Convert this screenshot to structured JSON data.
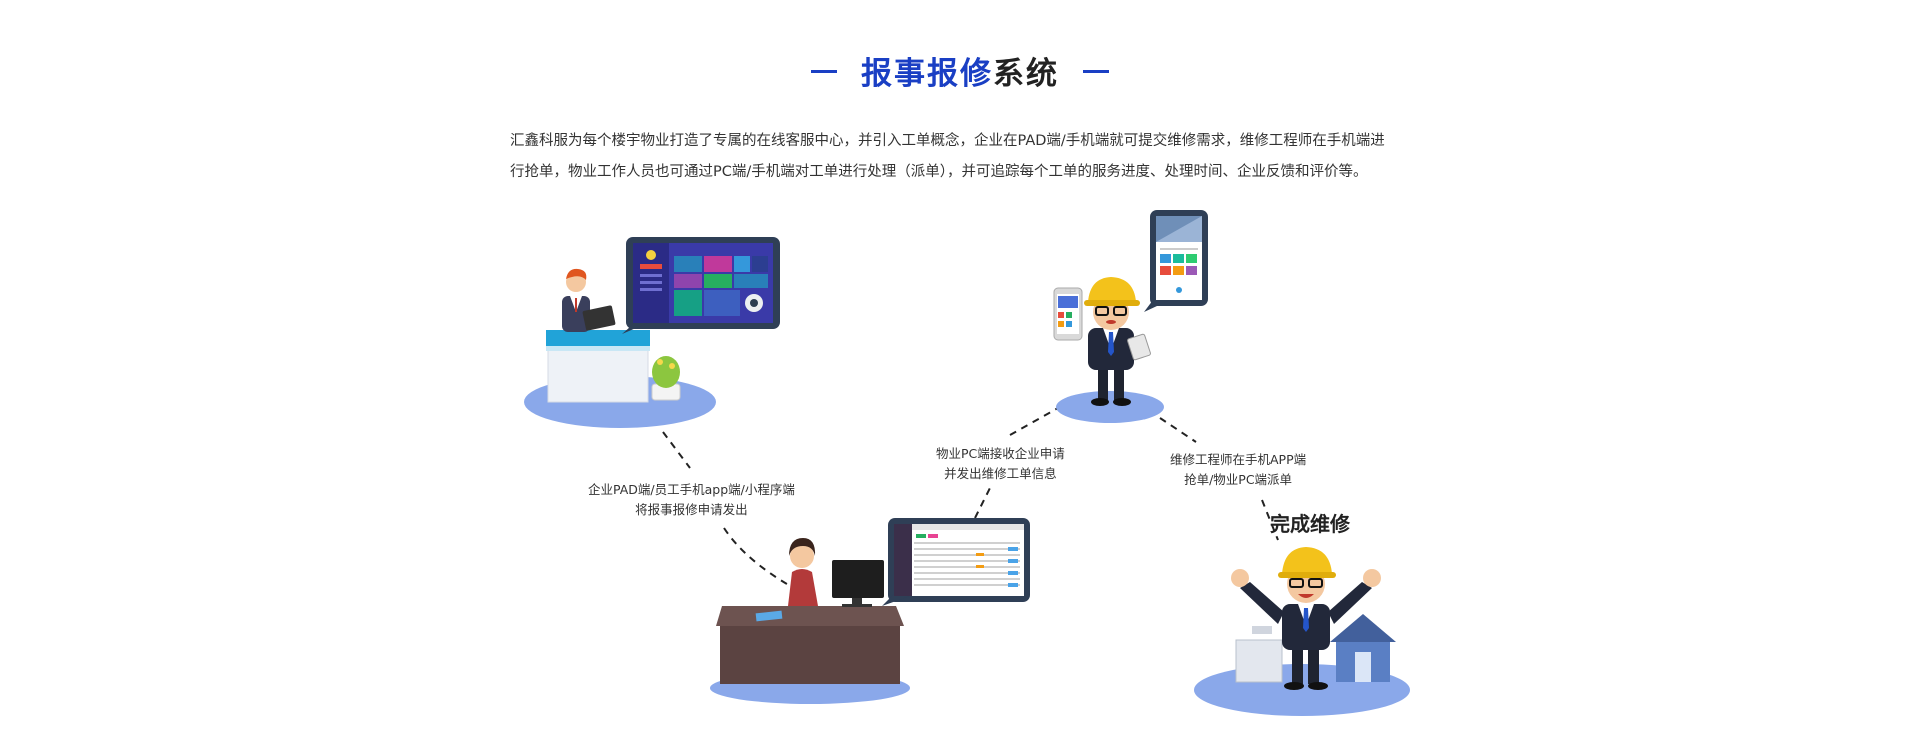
{
  "title": {
    "blue": "报事报修",
    "dark": "系统"
  },
  "description": {
    "line1": "汇鑫科服为每个楼宇物业打造了专属的在线客服中心，并引入工单概念，企业在PAD端/手机端就可提交维修需求，维修工程师在手机端进",
    "line2": "行抢单，物业工作人员也可通过PC端/手机端对工单进行处理（派单），并可追踪每个工单的服务进度、处理时间、企业反馈和评价等。"
  },
  "steps": {
    "submit": {
      "line1": "企业PAD端/员工手机app端/小程序端",
      "line2": "将报事报修申请发出"
    },
    "receive": {
      "line1": "物业PC端接收企业申请",
      "line2": "并发出维修工单信息"
    },
    "grab": {
      "line1": "维修工程师在手机APP端",
      "line2": "抢单/物业PC端派单"
    },
    "complete": "完成维修"
  },
  "colors": {
    "accent": "#1a3fc4",
    "platform": "#8aa8ea",
    "screen_frame": "#2f3f56",
    "helmet": "#f3c21b"
  }
}
